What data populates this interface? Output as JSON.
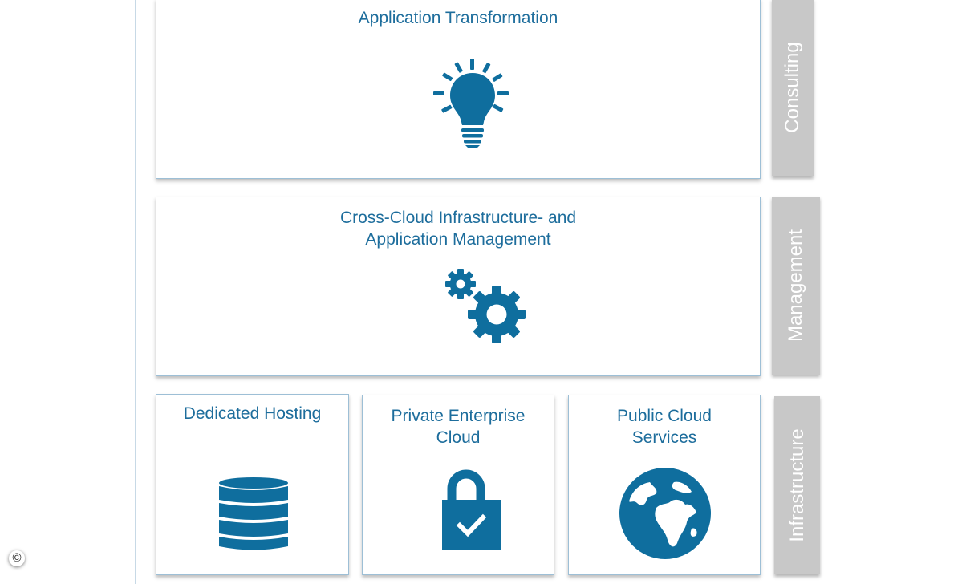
{
  "layers": {
    "consulting": {
      "box_title": "Application Transformation",
      "side_label": "Consulting",
      "icon": "lightbulb-icon"
    },
    "management": {
      "box_title_line1": "Cross-Cloud Infrastructure- and",
      "box_title_line2": "Application Management",
      "side_label": "Management",
      "icon": "gears-icon"
    },
    "infrastructure": {
      "side_label": "Infrastructure",
      "boxes": [
        {
          "title_line1": "Dedicated Hosting",
          "title_line2": "",
          "icon": "database-icon"
        },
        {
          "title_line1": "Private Enterprise",
          "title_line2": "Cloud",
          "icon": "lock-check-icon"
        },
        {
          "title_line1": "Public Cloud",
          "title_line2": "Services",
          "icon": "globe-icon"
        }
      ]
    }
  },
  "footer": {
    "copyright_symbol": "©"
  },
  "colors": {
    "accent": "#0f6e9e",
    "title_text": "#1d6d9c",
    "side_bar": "#c8c8c8"
  }
}
